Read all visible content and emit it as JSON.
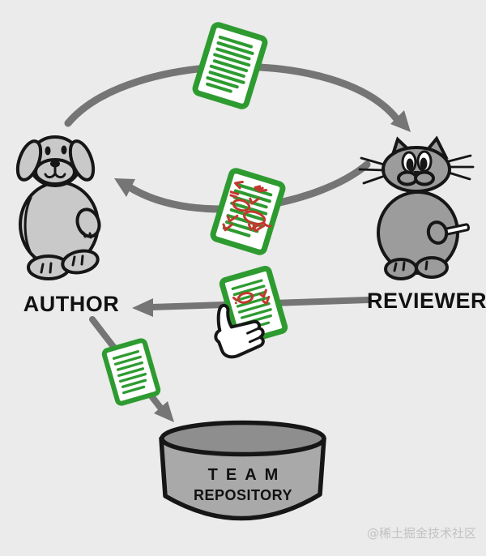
{
  "colors": {
    "background": "#ebebeb",
    "document_green": "#2e9b31",
    "document_paper": "#ffffff",
    "annotation_red": "#c2382e",
    "arrow_gray": "#757575",
    "outline_black": "#161616",
    "author_fill": "#c9c9c9",
    "reviewer_fill": "#9c9c9c",
    "repository_body": "#a9a9a9",
    "repository_top": "#8e8e8e",
    "label_ink": "#111111",
    "watermark_gray": "#c2c2c2"
  },
  "labels": {
    "author": "AUTHOR",
    "reviewer": "REVIEWER",
    "repository_line1": "TEAM",
    "repository_line2": "REPOSITORY"
  },
  "watermark": {
    "text": "@稀土掘金技术社区"
  },
  "diagram": {
    "title": "code review workflow",
    "nodes": [
      {
        "id": "author",
        "label": "AUTHOR",
        "figure": "dog-character"
      },
      {
        "id": "reviewer",
        "label": "REVIEWER",
        "figure": "cat-character"
      },
      {
        "id": "repository",
        "label": "TEAM REPOSITORY",
        "figure": "database-cylinder"
      }
    ],
    "edges": [
      {
        "from": "author",
        "to": "reviewer",
        "artifact": "clean-document",
        "shape": "arc-over-top"
      },
      {
        "from": "reviewer",
        "to": "author",
        "artifact": "document-with-red-review-marks",
        "shape": "arc-return"
      },
      {
        "from": "reviewer",
        "to": "author",
        "artifact": "approved-document-with-thumbs-up",
        "shape": "straight-horizontal"
      },
      {
        "from": "author",
        "to": "repository",
        "artifact": "clean-document",
        "shape": "straight-diagonal"
      }
    ]
  }
}
